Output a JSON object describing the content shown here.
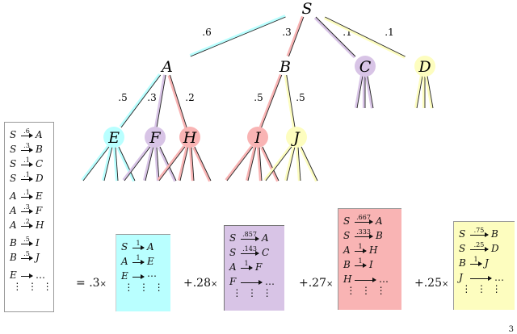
{
  "tree": {
    "nodes": [
      {
        "id": "S",
        "label": "S",
        "color": "none"
      },
      {
        "id": "A",
        "label": "A",
        "color": "none"
      },
      {
        "id": "B",
        "label": "B",
        "color": "none"
      },
      {
        "id": "C",
        "label": "C",
        "color": "#d8c4e6"
      },
      {
        "id": "D",
        "label": "D",
        "color": "#fdfdbf"
      },
      {
        "id": "E",
        "label": "E",
        "color": "#b9ffff"
      },
      {
        "id": "F",
        "label": "F",
        "color": "#d8c4e6"
      },
      {
        "id": "H",
        "label": "H",
        "color": "#f9b4b4"
      },
      {
        "id": "I",
        "label": "I",
        "color": "#f9b4b4"
      },
      {
        "id": "J",
        "label": "J",
        "color": "#fdfdbf"
      }
    ],
    "edges": [
      {
        "from": "S",
        "to": "A",
        "label": ".6",
        "color": "#b9ffff"
      },
      {
        "from": "S",
        "to": "B",
        "label": ".3",
        "color": "#f9b4b4"
      },
      {
        "from": "S",
        "to": "C",
        "label": ".1",
        "color": "#d8c4e6"
      },
      {
        "from": "S",
        "to": "D",
        "label": ".1",
        "color": "#fdfdbf"
      },
      {
        "from": "A",
        "to": "E",
        "label": ".5",
        "color": "#b9ffff"
      },
      {
        "from": "A",
        "to": "F",
        "label": ".3",
        "color": "#d8c4e6"
      },
      {
        "from": "A",
        "to": "H",
        "label": ".2",
        "color": "#f9b4b4"
      },
      {
        "from": "B",
        "to": "I",
        "label": ".5",
        "color": "#f9b4b4"
      },
      {
        "from": "B",
        "to": "J",
        "label": ".5",
        "color": "#fdfdbf"
      }
    ],
    "stubs": [
      {
        "node": "C",
        "color": "#d8c4e6"
      },
      {
        "node": "D",
        "color": "#fdfdbf"
      },
      {
        "node": "E",
        "color": "#b9ffff"
      },
      {
        "node": "F",
        "color": "#d8c4e6"
      },
      {
        "node": "H",
        "color": "#f9b4b4"
      },
      {
        "node": "I",
        "color": "#f9b4b4"
      },
      {
        "node": "J",
        "color": "#fdfdbf"
      }
    ]
  },
  "boxes": [
    {
      "id": "original",
      "color": "#ffffff",
      "coefficient": "",
      "rules": [
        {
          "lhs": "S",
          "prob": ".6",
          "rhs": "A"
        },
        {
          "lhs": "S",
          "prob": ".3",
          "rhs": "B"
        },
        {
          "lhs": "S",
          "prob": ".1",
          "rhs": "C"
        },
        {
          "lhs": "S",
          "prob": ".1",
          "rhs": "D"
        },
        {
          "lhs": "A",
          "prob": ".1",
          "rhs": "E",
          "gap": true
        },
        {
          "lhs": "A",
          "prob": ".3",
          "rhs": "F"
        },
        {
          "lhs": "A",
          "prob": ".2",
          "rhs": "H"
        },
        {
          "lhs": "B",
          "prob": ".5",
          "rhs": "I",
          "gap": true
        },
        {
          "lhs": "B",
          "prob": ".5",
          "rhs": "J"
        },
        {
          "lhs": "E",
          "prob": "",
          "rhs": "…",
          "gap": true
        }
      ],
      "dots": "⋮"
    },
    {
      "id": "E-component",
      "color": "#b9ffff",
      "coefficient": ".3",
      "rules": [
        {
          "lhs": "S",
          "prob": "1",
          "rhs": "A"
        },
        {
          "lhs": "A",
          "prob": "1",
          "rhs": "E"
        },
        {
          "lhs": "E",
          "prob": "",
          "rhs": "⋯"
        }
      ],
      "dots": "⋮"
    },
    {
      "id": "F-component",
      "color": "#d8c4e6",
      "coefficient": ".28",
      "rules": [
        {
          "lhs": "S",
          "prob": ".857",
          "rhs": "A"
        },
        {
          "lhs": "S",
          "prob": ".143",
          "rhs": "C"
        },
        {
          "lhs": "A",
          "prob": "1",
          "rhs": "F"
        },
        {
          "lhs": "F",
          "prob": "",
          "rhs": "…"
        }
      ],
      "dots": "⋮"
    },
    {
      "id": "H-component",
      "color": "#f9b4b4",
      "coefficient": ".27",
      "rules": [
        {
          "lhs": "S",
          "prob": ".667",
          "rhs": "A"
        },
        {
          "lhs": "S",
          "prob": ".333",
          "rhs": "B"
        },
        {
          "lhs": "A",
          "prob": "1",
          "rhs": "H"
        },
        {
          "lhs": "B",
          "prob": "1",
          "rhs": "I"
        },
        {
          "lhs": "H",
          "prob": "",
          "rhs": "…"
        }
      ],
      "dots": "⋮"
    },
    {
      "id": "J-component",
      "color": "#fdfdbf",
      "coefficient": ".25",
      "rules": [
        {
          "lhs": "S",
          "prob": ".75",
          "rhs": "B"
        },
        {
          "lhs": "S",
          "prob": ".25",
          "rhs": "D"
        },
        {
          "lhs": "B",
          "prob": "1",
          "rhs": "J"
        },
        {
          "lhs": "J",
          "prob": "",
          "rhs": "…"
        }
      ],
      "dots": "⋮"
    }
  ],
  "operators": {
    "equals": "=",
    "plus": "+",
    "times": "×"
  },
  "page_number": "3"
}
